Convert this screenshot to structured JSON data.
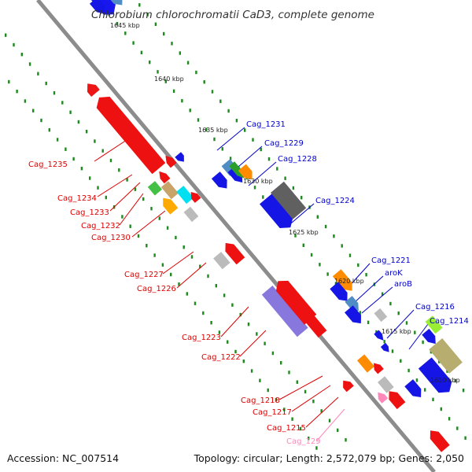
{
  "title": "Chlorobium chlorochromatii CaD3, complete genome",
  "footer": {
    "accession": "Accession: NC_007514",
    "summary": "Topology: circular; Length: 2,572,079 bp; Genes: 2,050"
  },
  "colors": {
    "backbone": "#8c8c8c",
    "tick_dots": "#1f8a1f",
    "forward_label": "#0000cc",
    "reverse_label": "#dd0000",
    "rna_label": "#ff88bb"
  },
  "ticks": [
    "1645 kbp",
    "1640 kbp",
    "1635 kbp",
    "1630 kbp",
    "1625 kbp",
    "1620 kbp",
    "1615 kbp",
    "1610 kbp"
  ],
  "forward_labels": [
    "Cag_1231",
    "Cag_1229",
    "Cag_1228",
    "Cag_1224",
    "Cag_1221",
    "aroK",
    "aroB",
    "Cag_1216",
    "Cag_1214"
  ],
  "reverse_labels": [
    "Cag_1235",
    "Cag_1234",
    "Cag_1233",
    "Cag_1232",
    "Cag_1230",
    "Cag_1227",
    "Cag_1226",
    "Cag_1223",
    "Cag_1222",
    "Cag_1218",
    "Cag_1217",
    "Cag_1215",
    "Cag_129"
  ]
}
